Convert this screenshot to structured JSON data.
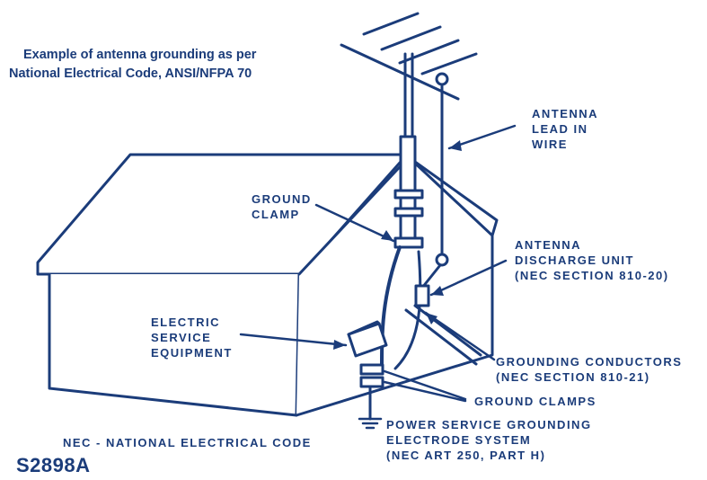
{
  "title": {
    "line1": "Example of antenna grounding as per",
    "line2": "National Electrical Code, ANSI/NFPA 70"
  },
  "labels": {
    "antenna_lead": [
      "ANTENNA",
      "LEAD IN",
      "WIRE"
    ],
    "ground_clamp": [
      "GROUND",
      "CLAMP"
    ],
    "discharge_unit": [
      "ANTENNA",
      "DISCHARGE UNIT",
      "(NEC SECTION 810-20)"
    ],
    "electric_service": [
      "ELECTRIC",
      "SERVICE",
      "EQUIPMENT"
    ],
    "grounding_conductors": [
      "GROUNDING CONDUCTORS",
      "(NEC SECTION 810-21)"
    ],
    "ground_clamps": "GROUND CLAMPS",
    "power_service": [
      "POWER SERVICE GROUNDING",
      "ELECTRODE SYSTEM",
      "(NEC ART 250, PART H)"
    ],
    "nec_note": "NEC - NATIONAL ELECTRICAL CODE"
  },
  "figure_code": "S2898A",
  "colors": {
    "ink": "#1b3c7a",
    "background": "#ffffff"
  }
}
